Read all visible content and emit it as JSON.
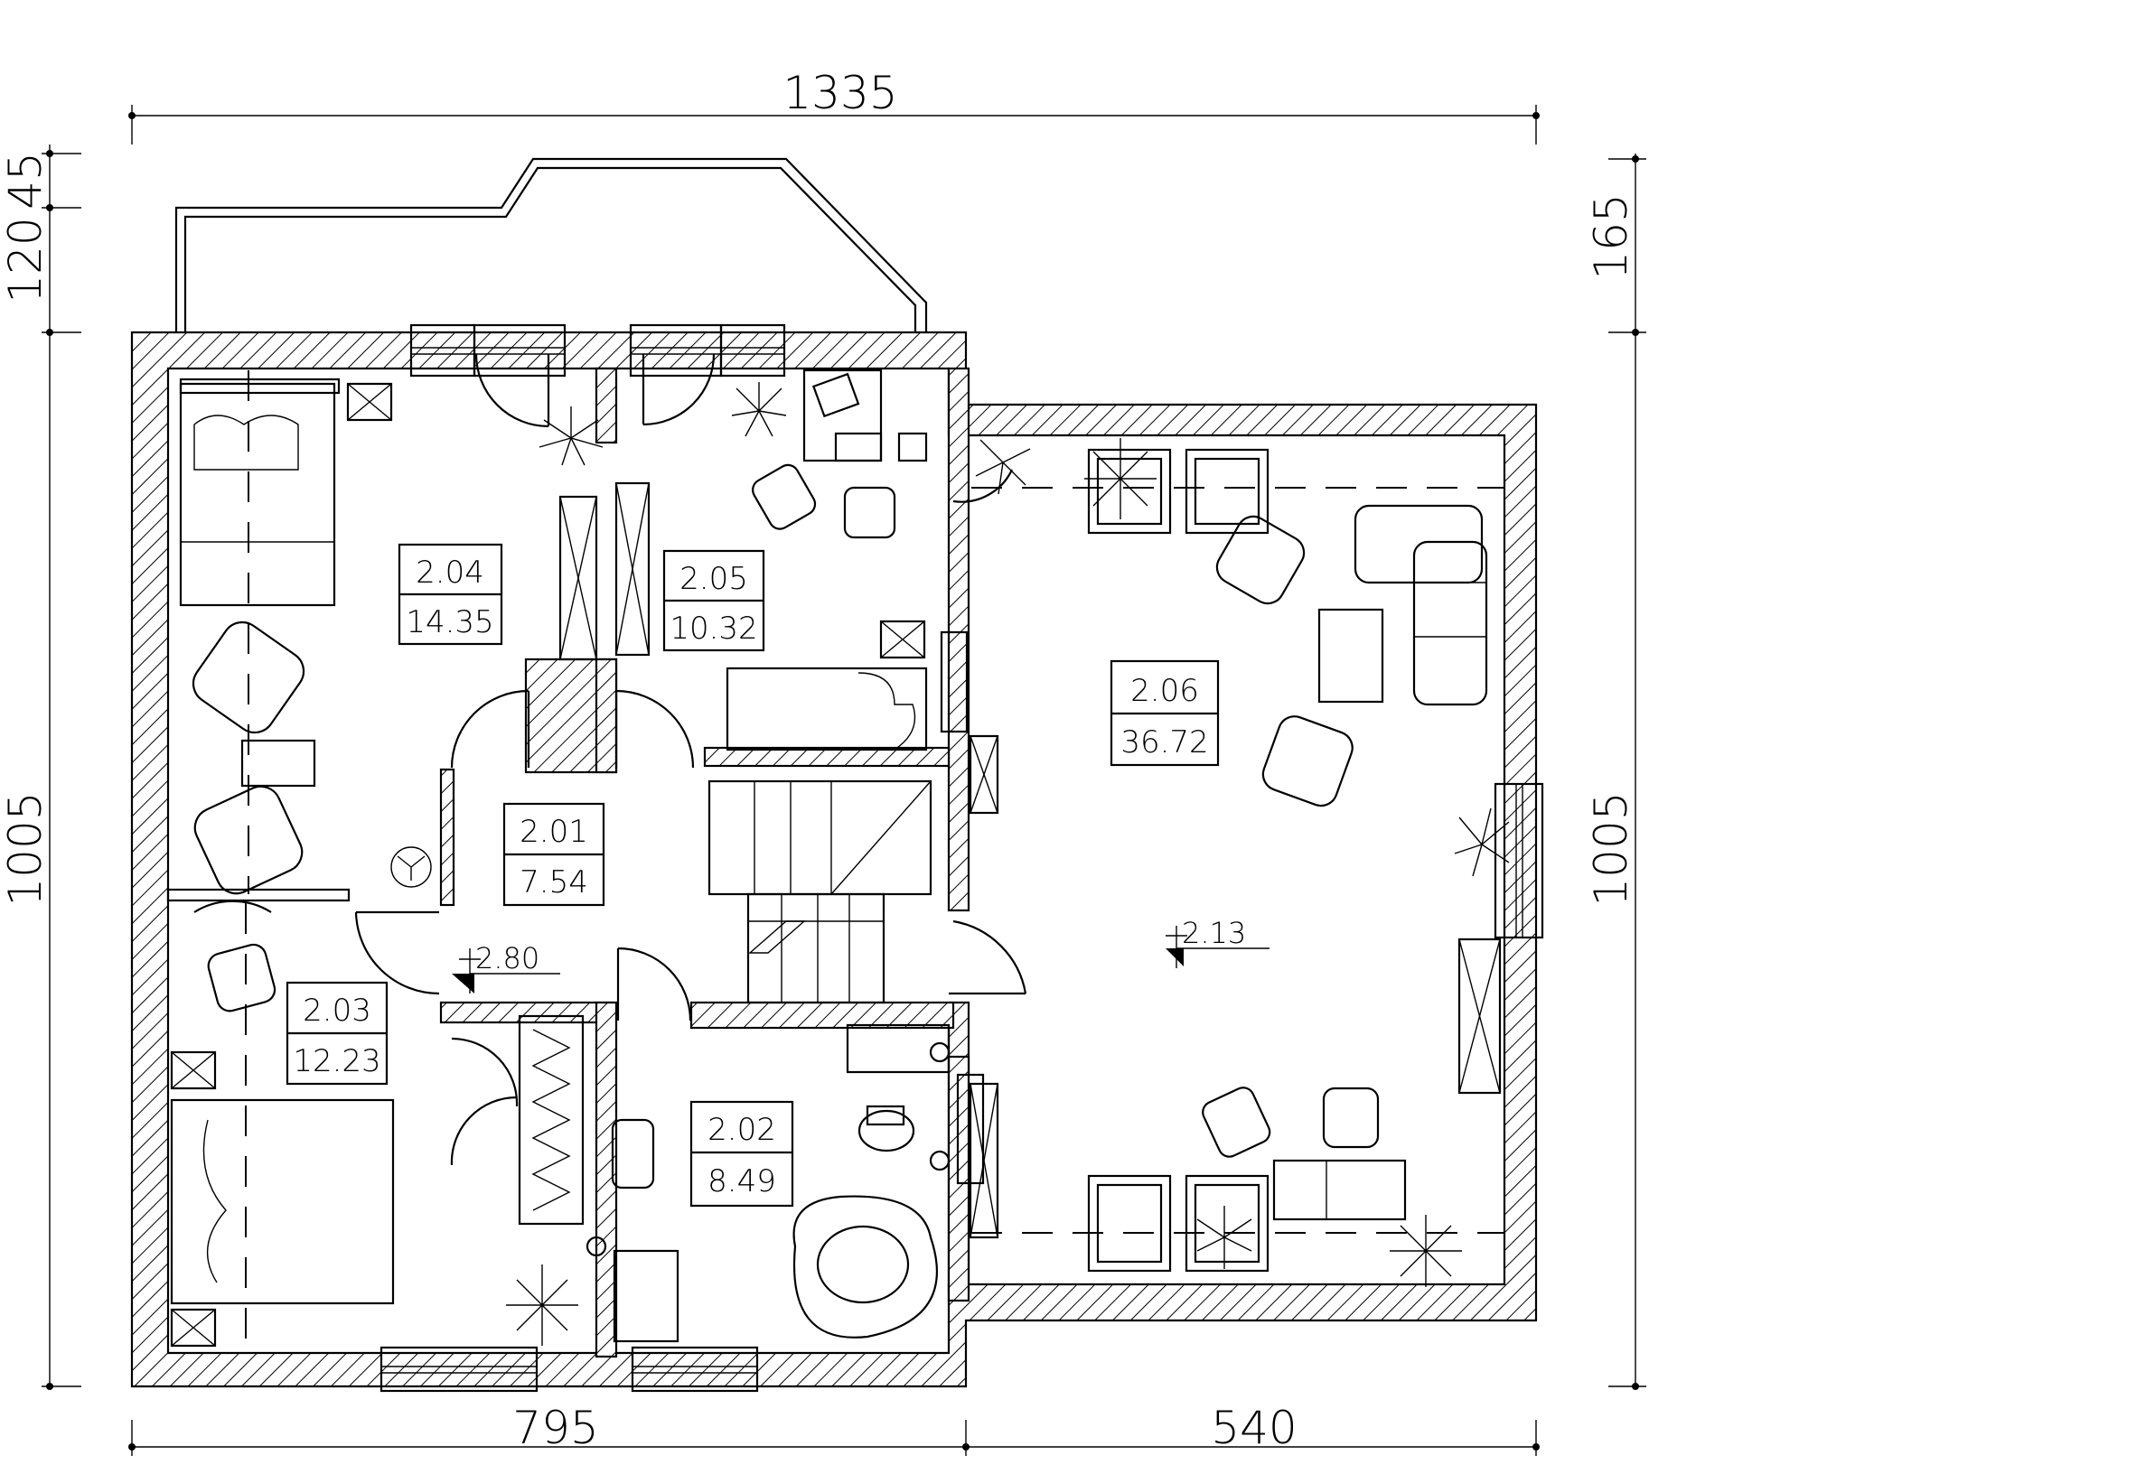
{
  "dimensions": {
    "top_total": "1335",
    "bottom_left": "795",
    "bottom_right": "540",
    "left_top_small": "45",
    "left_top_mid": "120",
    "left_main": "1005",
    "right_top": "165",
    "right_main": "1005"
  },
  "rooms": [
    {
      "id": "2.04",
      "area": "14.35"
    },
    {
      "id": "2.05",
      "area": "10.32"
    },
    {
      "id": "2.06",
      "area": "36.72"
    },
    {
      "id": "2.01",
      "area": "7.54"
    },
    {
      "id": "2.03",
      "area": "12.23"
    },
    {
      "id": "2.02",
      "area": "8.49"
    }
  ],
  "levels": {
    "hall": "2.80",
    "living": "2.13"
  }
}
